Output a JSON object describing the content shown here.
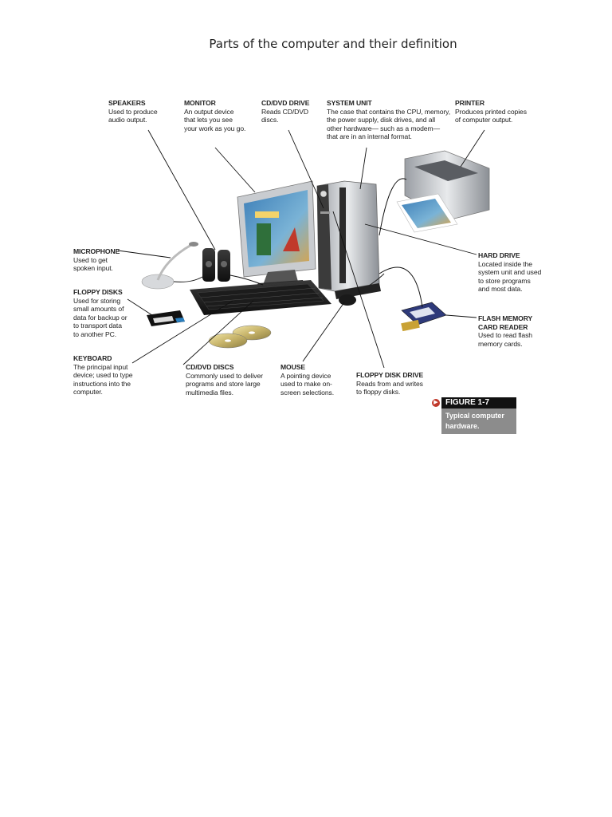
{
  "page": {
    "title": "Parts of the computer and their definition"
  },
  "figure": {
    "callouts": {
      "speakers": {
        "heading": "SPEAKERS",
        "lines": [
          "Used to produce",
          "audio output."
        ]
      },
      "monitor": {
        "heading": "MONITOR",
        "lines": [
          "An output device",
          "that lets you see",
          "your work as you go."
        ]
      },
      "cd_drive": {
        "heading": "CD/DVD DRIVE",
        "lines": [
          "Reads CD/DVD",
          "discs."
        ]
      },
      "system_unit": {
        "heading": "SYSTEM UNIT",
        "lines": [
          "The case that contains the CPU, memory,",
          "the power supply, disk drives, and all",
          "other hardware— such as a modem—",
          "that are in an internal format."
        ]
      },
      "printer": {
        "heading": "PRINTER",
        "lines": [
          "Produces printed copies",
          "of computer output."
        ]
      },
      "microphone": {
        "heading": "MICROPHONE",
        "lines": [
          "Used to get",
          "spoken input."
        ]
      },
      "floppy_disks": {
        "heading": "FLOPPY DISKS",
        "lines": [
          "Used for storing",
          "small amounts of",
          "data for backup or",
          "to transport data",
          "to another PC."
        ]
      },
      "hard_drive": {
        "heading": "HARD DRIVE",
        "lines": [
          "Located inside the",
          "system unit and used",
          "to store programs",
          "and most data."
        ]
      },
      "flash_reader": {
        "heading": "FLASH MEMORY",
        "heading2": "CARD READER",
        "lines": [
          "Used to read flash",
          "memory cards."
        ]
      },
      "keyboard": {
        "heading": "KEYBOARD",
        "lines": [
          "The principal input",
          "device; used to type",
          "instructions into the",
          "computer."
        ]
      },
      "cd_discs": {
        "heading": "CD/DVD DISCS",
        "lines": [
          "Commonly used to deliver",
          "programs and store large",
          "multimedia files."
        ]
      },
      "mouse": {
        "heading": "MOUSE",
        "lines": [
          "A pointing device",
          "used to make on-",
          "screen selections."
        ]
      },
      "floppy_drive": {
        "heading": "FLOPPY DISK DRIVE",
        "lines": [
          "Reads from and writes",
          "to floppy disks."
        ]
      }
    },
    "caption": {
      "label": "FIGURE 1-7",
      "line1": "Typical computer",
      "line2": "hardware."
    }
  }
}
